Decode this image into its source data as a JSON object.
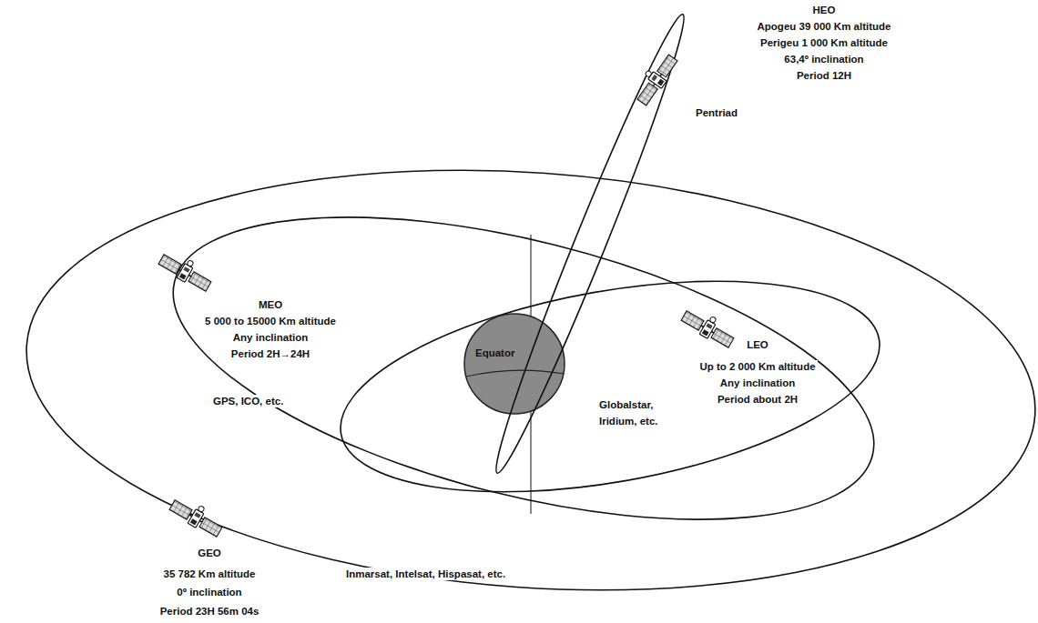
{
  "diagram": {
    "labels": [
      "HEO",
      "Apogeu 39 000 Km altitude",
      "Perigeu 1 000 Km altitude",
      "63,4º inclination",
      "Period 12H",
      "Pentriad",
      "MEO",
      "5 000 to 15000 Km altitude",
      "Any inclination",
      "Period 2H→24H",
      "GPS, ICO, etc.",
      "Equator",
      "LEO",
      "Up to 2 000 Km altitude",
      "Any inclination",
      "Period about 2H",
      "Globalstar,",
      "Iridium, etc.",
      "GEO",
      "35 782 Km altitude",
      "0º inclination",
      "Period 23H 56m 04s",
      "Inmarsat, Intelsat, Hispasat, etc."
    ]
  }
}
